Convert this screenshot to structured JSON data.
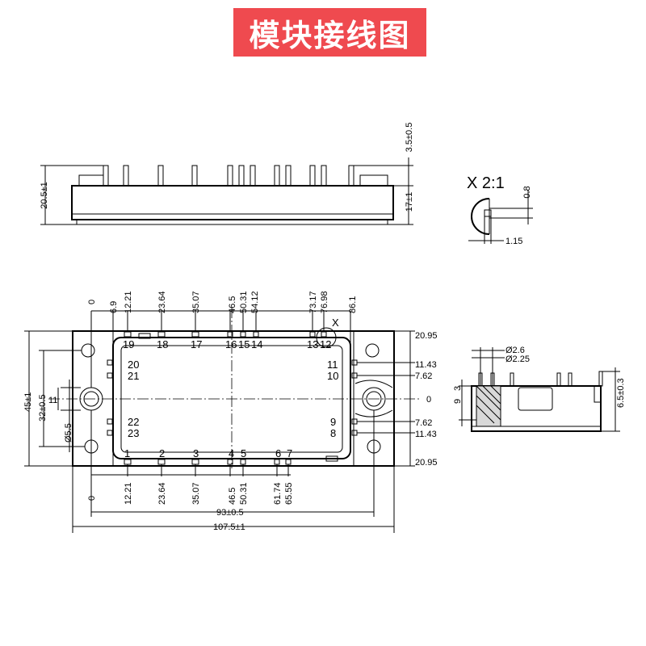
{
  "title": "模块接线图",
  "side_view": {
    "height_total": "20.5±1",
    "height_body": "17±1",
    "pin_top": "3.5±0.5"
  },
  "detail_view": {
    "label": "X 2:1",
    "dim_a": "0.8",
    "dim_b": "1.15"
  },
  "top_view": {
    "top_dims": [
      "0",
      "6.9",
      "12.21",
      "23.64",
      "35.07",
      "46.5",
      "50.31",
      "54.12",
      "73.17",
      "76.98",
      "86.1"
    ],
    "bottom_dims": [
      "0",
      "12.21",
      "23.64",
      "35.07",
      "46.5",
      "50.31",
      "61.74",
      "65.55"
    ],
    "right_dims": [
      "20.95",
      "11.43",
      "7.62",
      "0",
      "7.62",
      "11.43",
      "20.95"
    ],
    "left_dims": [
      "45±1",
      "32±0.5",
      "11",
      "Ø5.5"
    ],
    "top_pins": [
      "19",
      "18",
      "17",
      "16",
      "15",
      "14",
      "13",
      "12"
    ],
    "bottom_pins": [
      "1",
      "2",
      "3",
      "4",
      "5",
      "6",
      "7"
    ],
    "left_pins": [
      "20",
      "21",
      "22",
      "23"
    ],
    "right_pins": [
      "11",
      "10",
      "9",
      "8"
    ],
    "x_marker": "X",
    "width_inner": "93±0.5",
    "width_total": "107.5±1"
  },
  "section_view": {
    "hole_a": "Ø2.6",
    "hole_b": "Ø2.25",
    "dim_9": "9",
    "dim_3": "3",
    "dim_height": "6.5±0.3"
  }
}
